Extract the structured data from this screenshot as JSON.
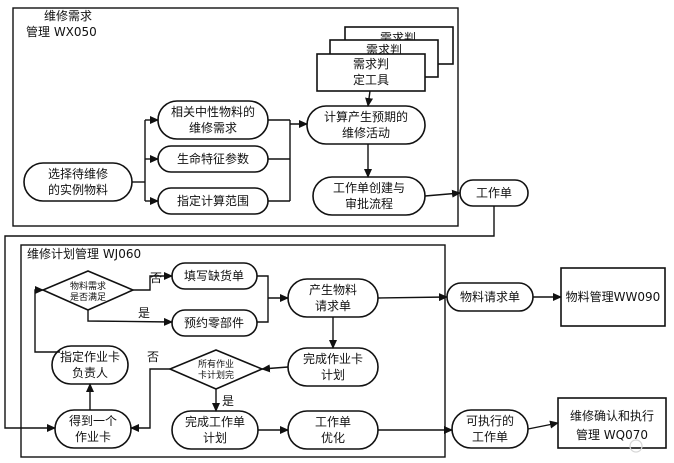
{
  "frames": {
    "wx050_line1": "维修需求",
    "wx050_line2": "管理 WX050",
    "wj060": "维修计划管理 WJ060"
  },
  "tool_stack": {
    "back_label": "需求判",
    "middle_label": "需求判",
    "front_line1": "需求判",
    "front_line2": "定工具"
  },
  "nodes": {
    "select_material": [
      "选择待维修",
      "的实例物料"
    ],
    "related_demand": [
      "相关中性物料的",
      "维修需求"
    ],
    "life_params": [
      "生命特征参数"
    ],
    "calc_scope": [
      "指定计算范围"
    ],
    "calc_activity": [
      "计算产生预期的",
      "维修活动"
    ],
    "workorder_create": [
      "工作单创建与",
      "审批流程"
    ],
    "workorder": [
      "工作单"
    ],
    "material_check": [
      "物料需求",
      "是否满足"
    ],
    "fill_shortage": [
      "填写缺货单"
    ],
    "reserve_parts": [
      "预约零部件"
    ],
    "material_request": [
      "产生物料",
      "请求单"
    ],
    "material_request_out": [
      "物料请求单"
    ],
    "material_mgmt": [
      "物料管理WW090"
    ],
    "assign_owner": [
      "指定作业卡",
      "负责人"
    ],
    "all_planned": [
      "所有作业",
      "卡计划完"
    ],
    "card_plan_done": [
      "完成作业卡",
      "计划"
    ],
    "get_card": [
      "得到一个",
      "作业卡"
    ],
    "workorder_plan_done": [
      "完成工作单",
      "计划"
    ],
    "workorder_optimize": [
      "工作单",
      "优化"
    ],
    "executable_workorder": [
      "可执行的",
      "工作单"
    ],
    "maint_confirm": [
      "维修确认和执行",
      "管理 WQ070"
    ]
  },
  "edge_labels": {
    "no_1": "否",
    "yes_1": "是",
    "no_2": "否",
    "yes_2": "是"
  }
}
